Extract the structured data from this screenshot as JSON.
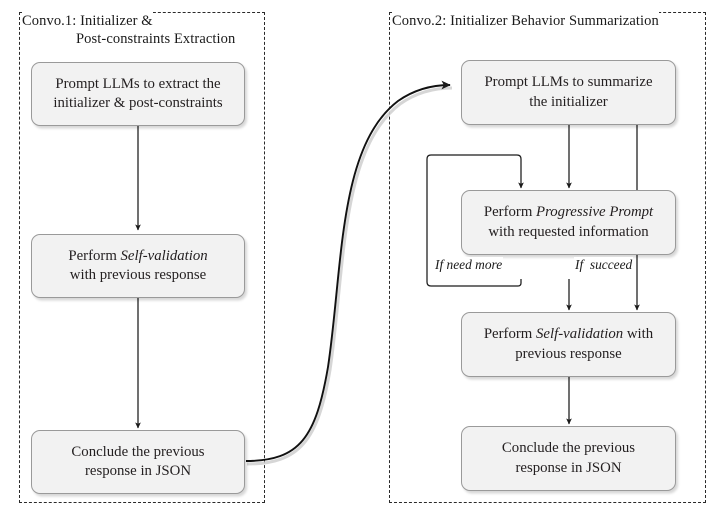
{
  "figure": {
    "type": "flowchart",
    "background": "#ffffff",
    "node_fill": "#f2f2f2",
    "node_border": "#9a9a9a",
    "line_color": "#1a1a1a",
    "panel_border_style": "dashed"
  },
  "panels": [
    {
      "id": "convo1",
      "label_line1": "Convo.1: Initializer &",
      "label_line2": "Post-constraints Extraction"
    },
    {
      "id": "convo2",
      "label_line1": "Convo.2: Initializer Behavior Summarization",
      "label_line2": ""
    }
  ],
  "nodes": {
    "left": [
      {
        "id": "l1",
        "line1_plain": "Prompt LLMs to extract the",
        "line2_italic": "initializer & post-constraints"
      },
      {
        "id": "l2",
        "line1_pre": "Perform ",
        "line1_italic": "Self-validation",
        "line1_post": "",
        "line2_plain": "with previous response"
      },
      {
        "id": "l3",
        "line1_plain": "Conclude the previous",
        "line2_plain": "response in JSON"
      }
    ],
    "right": [
      {
        "id": "r1",
        "line1_plain": "Prompt LLMs to summarize",
        "line2_plain": "the initializer"
      },
      {
        "id": "r2",
        "line1_pre": "Perform ",
        "line1_italic": "Progressive Prompt",
        "line1_post": "",
        "line2_plain": "with requested information"
      },
      {
        "id": "r3",
        "line1_pre": "Perform ",
        "line1_italic": "Self-validation",
        "line1_post": " with",
        "line2_plain": "previous response"
      },
      {
        "id": "r4",
        "line1_plain": "Conclude the previous",
        "line2_plain": "response in JSON"
      }
    ]
  },
  "edge_labels": [
    {
      "id": "loop-back",
      "text": "If need more"
    },
    {
      "id": "succeed",
      "text": "If  succeed"
    }
  ]
}
